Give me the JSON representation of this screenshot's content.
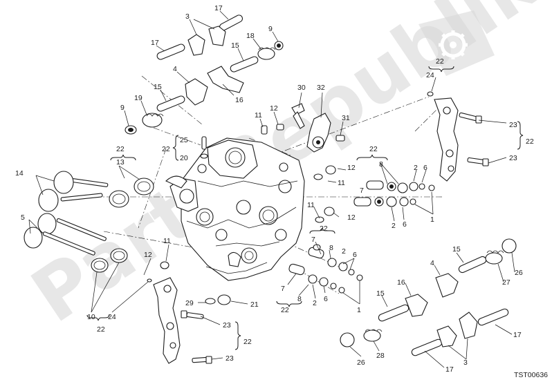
{
  "watermark": {
    "text": "PartsRepublik"
  },
  "drawing_code": "TST00636",
  "callouts": [
    {
      "id": "c-3-top",
      "text": "3"
    },
    {
      "id": "c-17-top",
      "text": "17"
    },
    {
      "id": "c-9-top",
      "text": "9"
    },
    {
      "id": "c-18",
      "text": "18"
    },
    {
      "id": "c-17-left",
      "text": "17"
    },
    {
      "id": "c-15-top",
      "text": "15"
    },
    {
      "id": "c-4-top",
      "text": "4"
    },
    {
      "id": "c-16-top",
      "text": "16"
    },
    {
      "id": "c-15-mid",
      "text": "15"
    },
    {
      "id": "c-19",
      "text": "19"
    },
    {
      "id": "c-9-left",
      "text": "9"
    },
    {
      "id": "c-30",
      "text": "30"
    },
    {
      "id": "c-32",
      "text": "32"
    },
    {
      "id": "c-12-a",
      "text": "12"
    },
    {
      "id": "c-11-a",
      "text": "11"
    },
    {
      "id": "c-31",
      "text": "31"
    },
    {
      "id": "c-25",
      "text": "25"
    },
    {
      "id": "c-20",
      "text": "20"
    },
    {
      "id": "c-22-a",
      "text": "22"
    },
    {
      "id": "c-22-b",
      "text": "22"
    },
    {
      "id": "c-13",
      "text": "13"
    },
    {
      "id": "c-14",
      "text": "14"
    },
    {
      "id": "c-5",
      "text": "5"
    },
    {
      "id": "c-22-c",
      "text": "22"
    },
    {
      "id": "c-12-b",
      "text": "12"
    },
    {
      "id": "c-11-b",
      "text": "11"
    },
    {
      "id": "c-8-a",
      "text": "8"
    },
    {
      "id": "c-7-a",
      "text": "7"
    },
    {
      "id": "c-2-a",
      "text": "2"
    },
    {
      "id": "c-6-a",
      "text": "6"
    },
    {
      "id": "c-1-a",
      "text": "1"
    },
    {
      "id": "c-2-b",
      "text": "2"
    },
    {
      "id": "c-6-b",
      "text": "6"
    },
    {
      "id": "c-11-c",
      "text": "11"
    },
    {
      "id": "c-12-c",
      "text": "12"
    },
    {
      "id": "c-22-d",
      "text": "22"
    },
    {
      "id": "c-7-b",
      "text": "7"
    },
    {
      "id": "c-8-b",
      "text": "8"
    },
    {
      "id": "c-2-c",
      "text": "2"
    },
    {
      "id": "c-6-c",
      "text": "6"
    },
    {
      "id": "c-7-c",
      "text": "7"
    },
    {
      "id": "c-8-c",
      "text": "8"
    },
    {
      "id": "c-22-e",
      "text": "22"
    },
    {
      "id": "c-2-d",
      "text": "2"
    },
    {
      "id": "c-6-d",
      "text": "6"
    },
    {
      "id": "c-1-b",
      "text": "1"
    },
    {
      "id": "c-22-f",
      "text": "22"
    },
    {
      "id": "c-24-top",
      "text": "24"
    },
    {
      "id": "c-23-a",
      "text": "23"
    },
    {
      "id": "c-23-b",
      "text": "23"
    },
    {
      "id": "c-22-g",
      "text": "22"
    },
    {
      "id": "c-11-d",
      "text": "11"
    },
    {
      "id": "c-12-d",
      "text": "12"
    },
    {
      "id": "c-10",
      "text": "10"
    },
    {
      "id": "c-24-bot",
      "text": "24"
    },
    {
      "id": "c-22-h",
      "text": "22"
    },
    {
      "id": "c-29",
      "text": "29"
    },
    {
      "id": "c-21",
      "text": "21"
    },
    {
      "id": "c-23-c",
      "text": "23"
    },
    {
      "id": "c-23-d",
      "text": "23"
    },
    {
      "id": "c-22-i",
      "text": "22"
    },
    {
      "id": "c-15-right",
      "text": "15"
    },
    {
      "id": "c-4-right",
      "text": "4"
    },
    {
      "id": "c-26-right",
      "text": "26"
    },
    {
      "id": "c-27",
      "text": "27"
    },
    {
      "id": "c-16-right",
      "text": "16"
    },
    {
      "id": "c-15-bot",
      "text": "15"
    },
    {
      "id": "c-17-right",
      "text": "17"
    },
    {
      "id": "c-26-bot",
      "text": "26"
    },
    {
      "id": "c-28",
      "text": "28"
    },
    {
      "id": "c-17-bot",
      "text": "17"
    },
    {
      "id": "c-3-bot",
      "text": "3"
    }
  ]
}
